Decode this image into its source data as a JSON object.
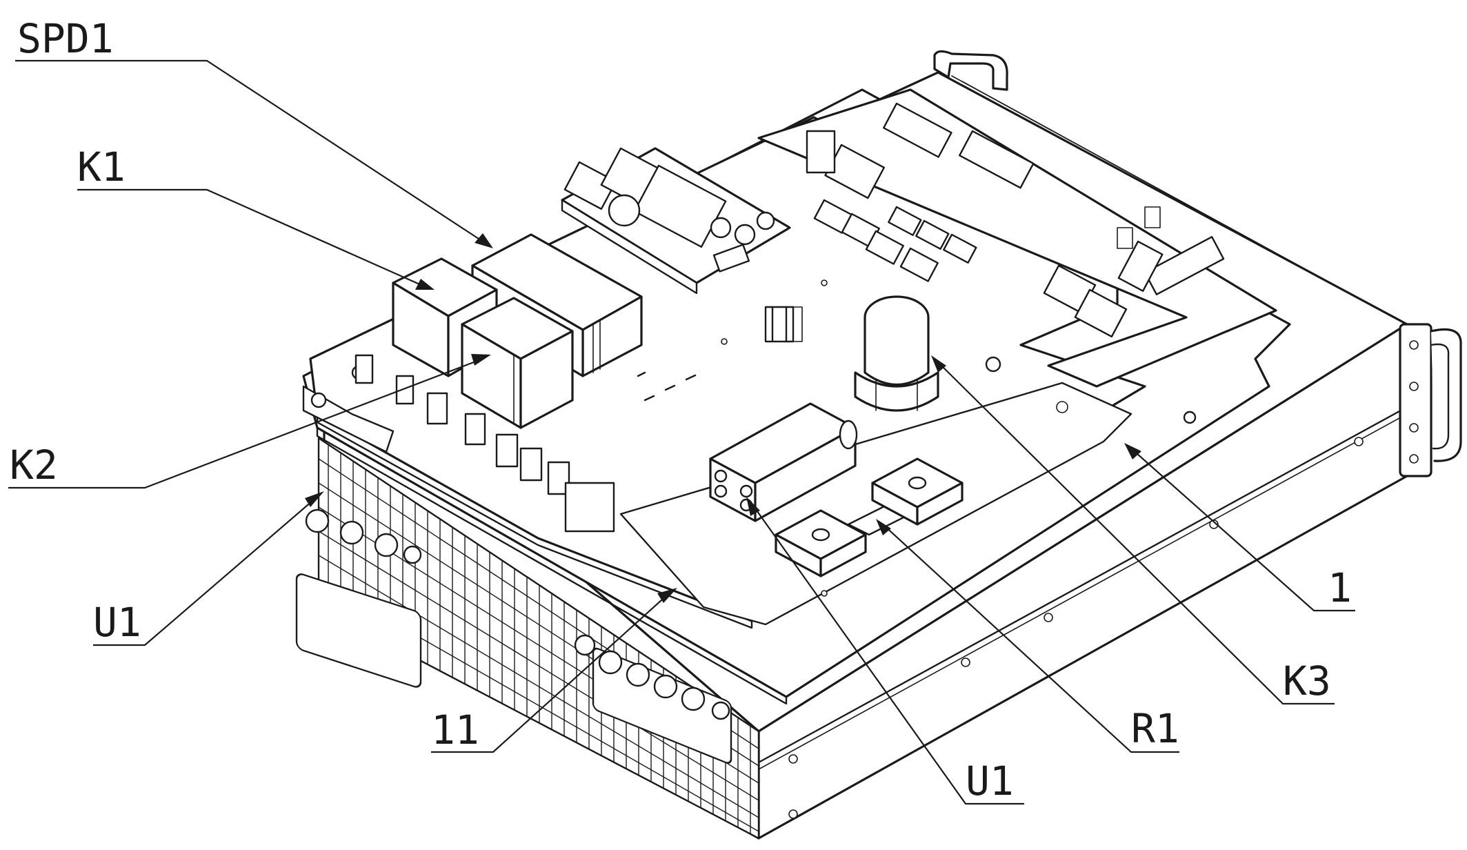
{
  "diagram": {
    "labels": {
      "spd1": "SPD1",
      "k1": "K1",
      "k2": "K2",
      "u1_left": "U1",
      "n11": "11",
      "u1_bottom": "U1",
      "r1": "R1",
      "k3": "K3",
      "n1": "1"
    },
    "line_color": "#1a1a1a",
    "background": "#ffffff"
  }
}
